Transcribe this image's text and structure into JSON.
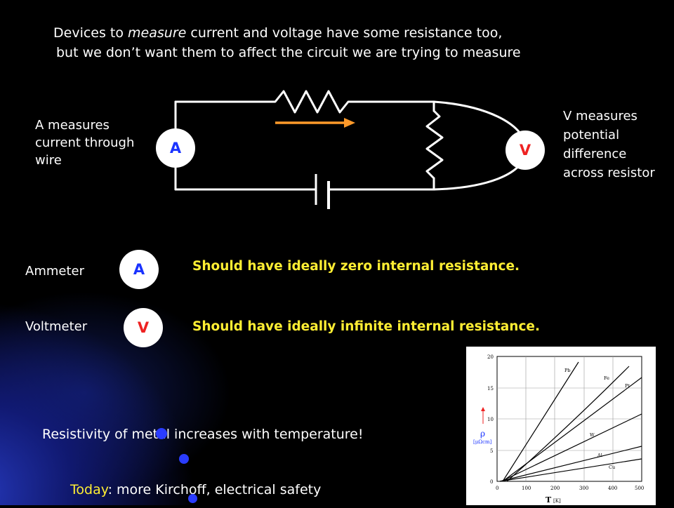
{
  "header": {
    "line1_a": "Devices to ",
    "line1_em": "measure",
    "line1_b": " current and voltage have some resistance too,",
    "line2": "but we don’t want them to affect the circuit we are trying to measure"
  },
  "circuit": {
    "ammeter_symbol": "A",
    "voltmeter_symbol": "V",
    "left_caption": "A measures current through wire",
    "right_caption": "V measures potential difference across resistor"
  },
  "legend": {
    "ammeter_label": "Ammeter",
    "ammeter_symbol": "A",
    "ammeter_text": "Should have ideally zero internal resistance.",
    "voltmeter_label": "Voltmeter",
    "voltmeter_symbol": "V",
    "voltmeter_text": "Should have ideally infinite internal resistance."
  },
  "resistivity_note": "Resistivity of metal increases with temperature!",
  "footer": {
    "today_label": "Today",
    "today_text": ": more Kirchoff, electrical safety"
  },
  "graph": {
    "y_ticks": [
      "20",
      "15",
      "10",
      "5",
      "0"
    ],
    "x_ticks": [
      "0",
      "100",
      "200",
      "300",
      "400",
      "500"
    ],
    "y_label": "ρ",
    "y_unit": "[μΩcm]",
    "x_label": "T",
    "x_unit": "[K]",
    "curves": [
      "Pb",
      "Fe",
      "Pt",
      "W",
      "Al",
      "Cu"
    ],
    "colors": {
      "accent_yellow": "#ffee33",
      "meter_blue": "#1a33ff",
      "meter_red": "#ee2222"
    }
  }
}
